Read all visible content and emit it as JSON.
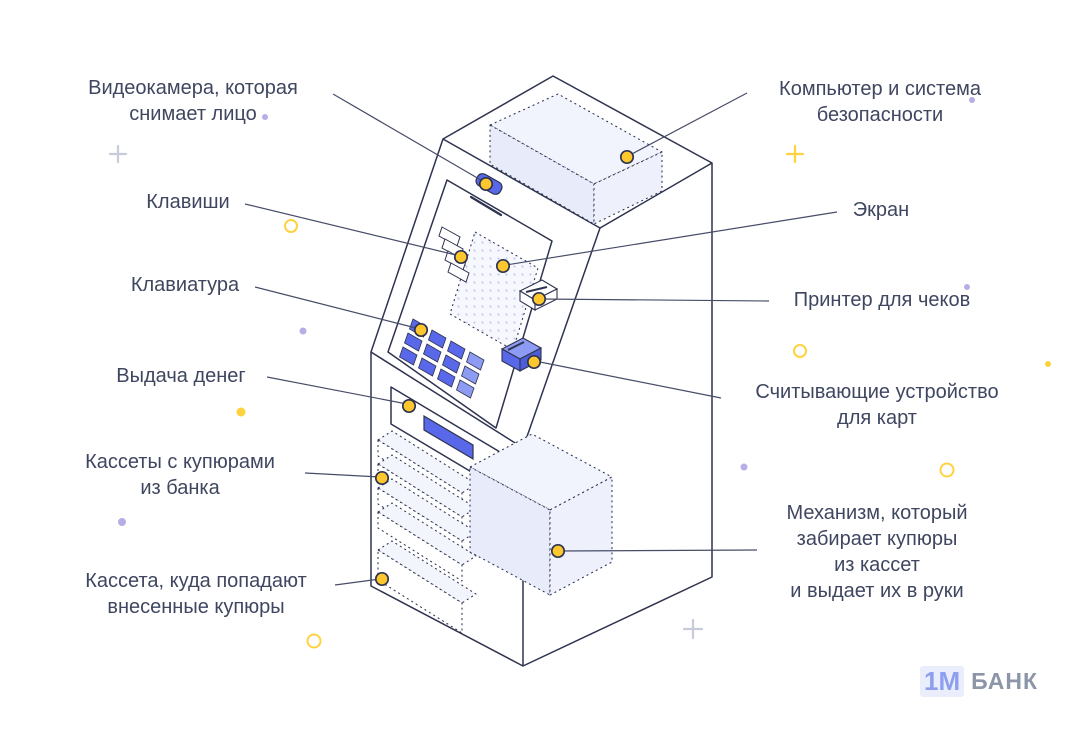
{
  "diagram": {
    "callouts": {
      "camera": {
        "side": "left",
        "text": "Видеокамера, которая\nснимает лицо"
      },
      "keys": {
        "side": "left",
        "text": "Клавиши"
      },
      "keyboard": {
        "side": "left",
        "text": "Клавиатура"
      },
      "cash_out": {
        "side": "left",
        "text": "Выдача денег"
      },
      "cassettes": {
        "side": "left",
        "text": "Кассеты с купюрами\nиз банка"
      },
      "deposit_cassette": {
        "side": "left",
        "text": "Кассета, куда попадают\nвнесенные купюры"
      },
      "computer": {
        "side": "right",
        "text": "Компьютер и система\nбезопасности"
      },
      "screen": {
        "side": "right",
        "text": "Экран"
      },
      "printer": {
        "side": "right",
        "text": "Принтер для чеков"
      },
      "card_reader": {
        "side": "right",
        "text": "Считывающие устройство\nдля карт"
      },
      "mechanism": {
        "side": "right",
        "text": "Механизм, который\nзабирает купюры\nиз кассет\nи выдает их в руки"
      }
    }
  },
  "logo": {
    "short": "1М",
    "name": "БАНК"
  },
  "colors": {
    "accent_blue": "#5868e8",
    "accent_blue_light": "#8d9bf2",
    "callout_yellow": "#ffc72e",
    "outline_dark": "#2e3350",
    "text_dark": "#3f4660",
    "fill_lavender": "#eef0fc",
    "decor_yellow": "#ffd23f",
    "decor_purple": "#b6aee6",
    "decor_gray": "#c6ccda"
  }
}
